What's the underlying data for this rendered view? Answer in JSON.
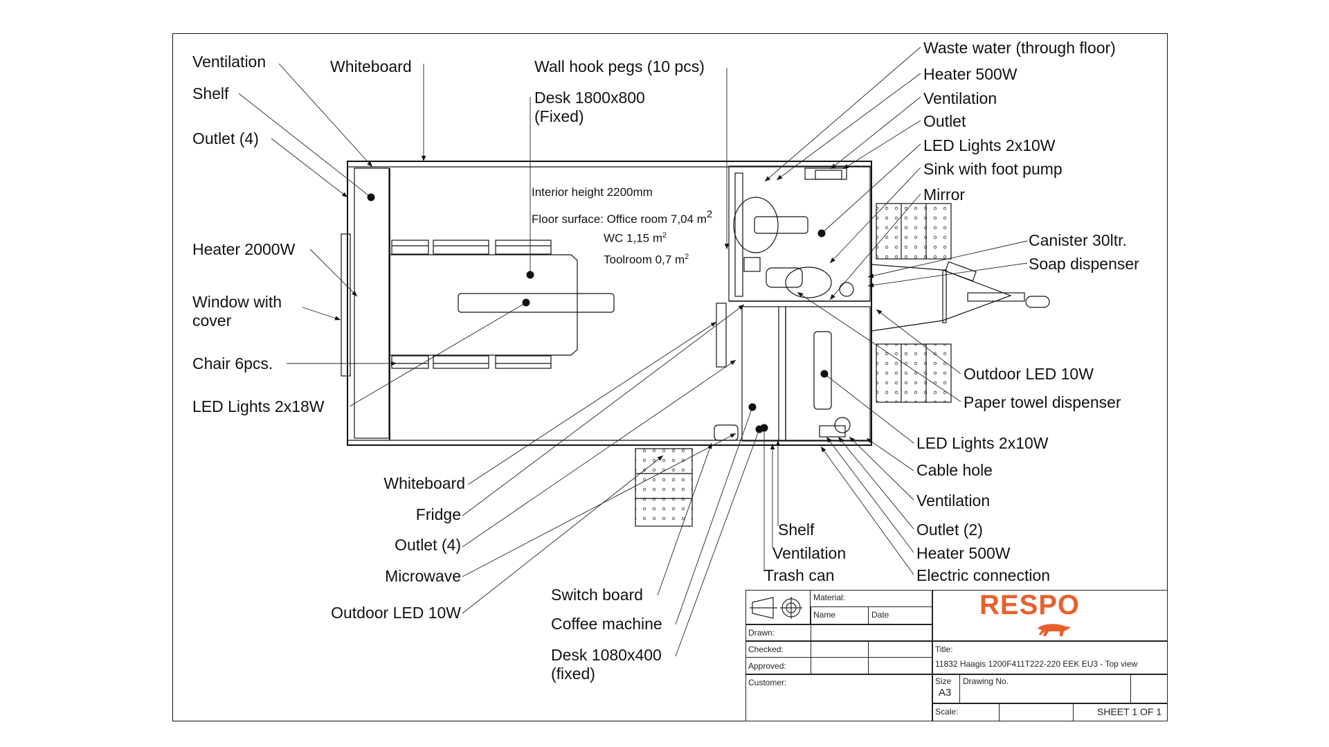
{
  "colors": {
    "line": "#111111",
    "brand": "#e8602c"
  },
  "labels_left": [
    {
      "id": "ventilation",
      "text": "Ventilation"
    },
    {
      "id": "shelf",
      "text": "Shelf"
    },
    {
      "id": "outlet-4",
      "text": "Outlet (4)"
    },
    {
      "id": "heater-2000w",
      "text": "Heater 2000W"
    },
    {
      "id": "window-with-cover",
      "text": "Window with\ncover"
    },
    {
      "id": "chair-6pcs",
      "text": "Chair 6pcs."
    },
    {
      "id": "led-lights-2x18w",
      "text": "LED Lights 2x18W"
    }
  ],
  "labels_top": [
    {
      "id": "whiteboard-top",
      "text": "Whiteboard"
    },
    {
      "id": "wall-hook-pegs",
      "text": "Wall hook pegs (10 pcs)"
    },
    {
      "id": "desk-1800x800",
      "text": "Desk 1800x800\n(Fixed)"
    }
  ],
  "labels_right": [
    {
      "id": "waste-water",
      "text": "Waste water (through floor)"
    },
    {
      "id": "heater-500w-top",
      "text": "Heater 500W"
    },
    {
      "id": "ventilation-wc",
      "text": "Ventilation"
    },
    {
      "id": "outlet-wc",
      "text": "Outlet"
    },
    {
      "id": "led-lights-2x10w-wc",
      "text": "LED Lights 2x10W"
    },
    {
      "id": "sink-foot-pump",
      "text": "Sink with foot pump"
    },
    {
      "id": "mirror",
      "text": "Mirror"
    },
    {
      "id": "canister-30ltr",
      "text": "Canister 30ltr."
    },
    {
      "id": "soap-dispenser",
      "text": "Soap dispenser"
    },
    {
      "id": "outdoor-led-right",
      "text": "Outdoor LED 10W"
    },
    {
      "id": "paper-towel-dispenser",
      "text": "Paper towel dispenser"
    },
    {
      "id": "led-lights-2x10w-tool",
      "text": "LED Lights 2x10W"
    },
    {
      "id": "cable-hole",
      "text": "Cable hole"
    },
    {
      "id": "ventilation-tool",
      "text": "Ventilation"
    },
    {
      "id": "outlet-2",
      "text": "Outlet (2)"
    },
    {
      "id": "heater-500w-bottom",
      "text": "Heater 500W"
    },
    {
      "id": "electric-connection",
      "text": "Electric connection"
    }
  ],
  "labels_bottom_left": [
    {
      "id": "whiteboard-bottom",
      "text": "Whiteboard"
    },
    {
      "id": "fridge",
      "text": "Fridge"
    },
    {
      "id": "outlet-4-bottom",
      "text": "Outlet (4)"
    },
    {
      "id": "microwave",
      "text": "Microwave"
    },
    {
      "id": "outdoor-led-bottom",
      "text": "Outdoor LED 10W"
    }
  ],
  "labels_bottom_mid": [
    {
      "id": "switch-board",
      "text": "Switch board"
    },
    {
      "id": "coffee-machine",
      "text": "Coffee machine"
    },
    {
      "id": "desk-1080x400",
      "text": "Desk 1080x400\n(fixed)"
    },
    {
      "id": "shelf-bottom",
      "text": "Shelf"
    },
    {
      "id": "ventilation-bottom",
      "text": "Ventilation"
    },
    {
      "id": "trash-can",
      "text": "Trash can"
    }
  ],
  "notes": {
    "interior_height": "Interior height 2200mm",
    "floor_surface": "Floor surface: Office room 7,04 m",
    "wc": "WC 1,15 m",
    "toolroom": "Toolroom 0,7 m",
    "unit_sup": "2"
  },
  "title_block": {
    "material_label": "Material:",
    "name_label": "Name",
    "date_label": "Date",
    "drawn_label": "Drawn:",
    "checked_label": "Checked:",
    "approved_label": "Approved:",
    "customer_label": "Customer:",
    "brand": "RESPO",
    "title_label": "Title:",
    "title_value": "11832 Haagis 1200F411T222-220 EEK EU3 - Top view",
    "size_label": "Size",
    "size_value": "A3",
    "drawing_no_label": "Drawing No.",
    "scale_label": "Scale:",
    "sheet": "SHEET 1 OF 1"
  }
}
